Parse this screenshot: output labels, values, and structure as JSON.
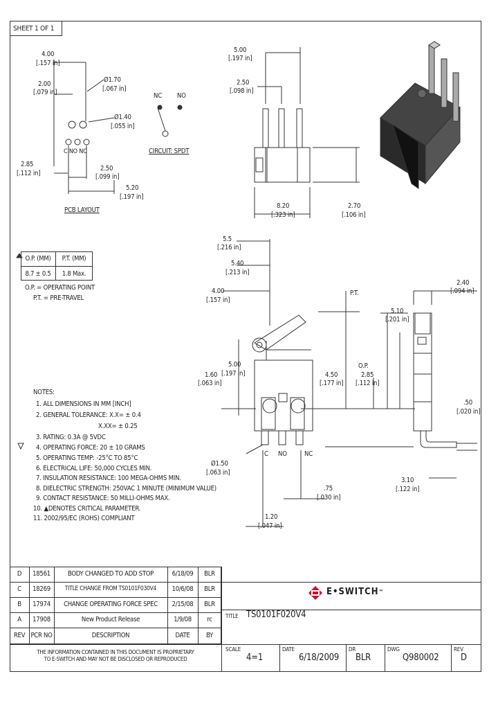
{
  "sheet": "SHEET 1 OF 1",
  "pcb": {
    "title": "PCB LAYOUT",
    "dims": {
      "d400": "4.00",
      "d400i": "[.157 in]",
      "d200": "2.00",
      "d200i": "[.079 in]",
      "d170": "Ø1.70",
      "d170i": "[.067 in]",
      "d140": "Ø1.40",
      "d140i": "[.055 in]",
      "d285": "2.85",
      "d285i": "[.112 in]",
      "d250": "2.50",
      "d250i": "[.099 in]",
      "d520": "5.20",
      "d520i": "[.197 in]"
    },
    "pins": "C NO NC"
  },
  "circuit": {
    "title": "CIRCUIT: SPDT",
    "nc": "NC",
    "no": "NO"
  },
  "top_view": {
    "d500": "5.00",
    "d500i": "[.197 in]",
    "d250": "2.50",
    "d250i": "[.098 in]",
    "d820": "8.20",
    "d820i": "[.323 in]",
    "d270": "2.70",
    "d270i": "[.106 in]"
  },
  "op_table": {
    "h1": "O.P. (MM)",
    "h2": "P.T. (MM)",
    "v1": "8.7 ± 0.5",
    "v2": "1.8 Max.",
    "legend1": "O.P. = OPERATING POINT",
    "legend2": "P.T. = PRE-TRAVEL"
  },
  "side_view": {
    "d55": "5.5",
    "d55i": "[.216 in]",
    "d540": "5.40",
    "d540i": "[.213 in]",
    "d400": "4.00",
    "d400i": "[.157 in]",
    "pt": "P.T.",
    "d500": "5.00",
    "d500i": "[.197 in]",
    "d160": "1.60",
    "d160i": "[.063 in]",
    "d450": "4.50",
    "d450i": "[.177 in]",
    "op": "O.P.",
    "d285": "2.85",
    "d285i": "[.112 in]",
    "pins": [
      "C",
      "NO",
      "NC"
    ],
    "d150": "Ø1.50",
    "d150i": "[.063 in]",
    "d75": ".75",
    "d75i": "[.030 in]",
    "d120": "1.20",
    "d120i": "[.047 in]"
  },
  "end_view": {
    "d240": "2.40",
    "d240i": "[.094 in]",
    "d510": "5.10",
    "d510i": "[.201 in]",
    "d50": ".50",
    "d50i": "[.020 in]",
    "d310": "3.10",
    "d310i": "[.122 in]"
  },
  "notes": {
    "title": "NOTES:",
    "items": [
      "1. ALL DIMENSIONS IN MM [INCH]",
      "2. GENERAL TOLERANCE: X.X= ± 0.4",
      "X.XX= ± 0.25",
      "3. RATING: 0.3A @ 5VDC",
      "4. OPERATING FORCE: 20 ± 10 GRAMS",
      "5. OPERATING TEMP: -25°C TO 85°C",
      "6. ELECTRICAL LIFE: 50,000 CYCLES MIN.",
      "7. INSULATION RESISTANCE: 100 MEGA-OHMS MIN.",
      "8. DIELECTRIC STRENGTH: 250VAC 1 MINUTE (MINIMUM VALUE)",
      "9. CONTACT RESISTANCE: 50 MILLI-OHMS MAX.",
      "10. ▲DENOTES CRITICAL PARAMETER.",
      "11. 2002/95/EC (ROHS) COMPLIANT"
    ]
  },
  "revisions": {
    "rows": [
      [
        "D",
        "18561",
        "BODY CHANGED TO ADD STOP",
        "6/18/09",
        "BLR"
      ],
      [
        "C",
        "18269",
        "TITLE CHANGE FROM TS0101F030V4",
        "10/6/08",
        "BLR"
      ],
      [
        "B",
        "17974",
        "CHANGE OPERATING FORCE SPEC",
        "2/15/08",
        "BLR"
      ],
      [
        "A",
        "17908",
        "New Product Release",
        "1/9/08",
        "rc"
      ]
    ],
    "headers": [
      "REV",
      "PCR NO",
      "DESCRIPTION",
      "DATE",
      "BY"
    ]
  },
  "disclaimer1": "THE INFORMATION CONTAINED IN THIS DOCUMENT IS PROPRIETARY",
  "disclaimer2": "TO E-SWITCH AND MAY NOT BE DISCLOSED OR REPRODUCED",
  "brand": "E•SWITCH",
  "brand_tm": "™",
  "title_block": {
    "title_label": "TITLE",
    "title": "TS0101F020V4",
    "scale_label": "SCALE",
    "scale": "4=1",
    "date_label": "DATE",
    "date": "6/18/2009",
    "dr_label": "DR",
    "dr": "BLR",
    "dwg_label": "DWG",
    "dwg": "Q980002",
    "rev_label": "REV",
    "rev": "D"
  },
  "colors": {
    "brand": "#c8102e",
    "line": "#333333"
  }
}
